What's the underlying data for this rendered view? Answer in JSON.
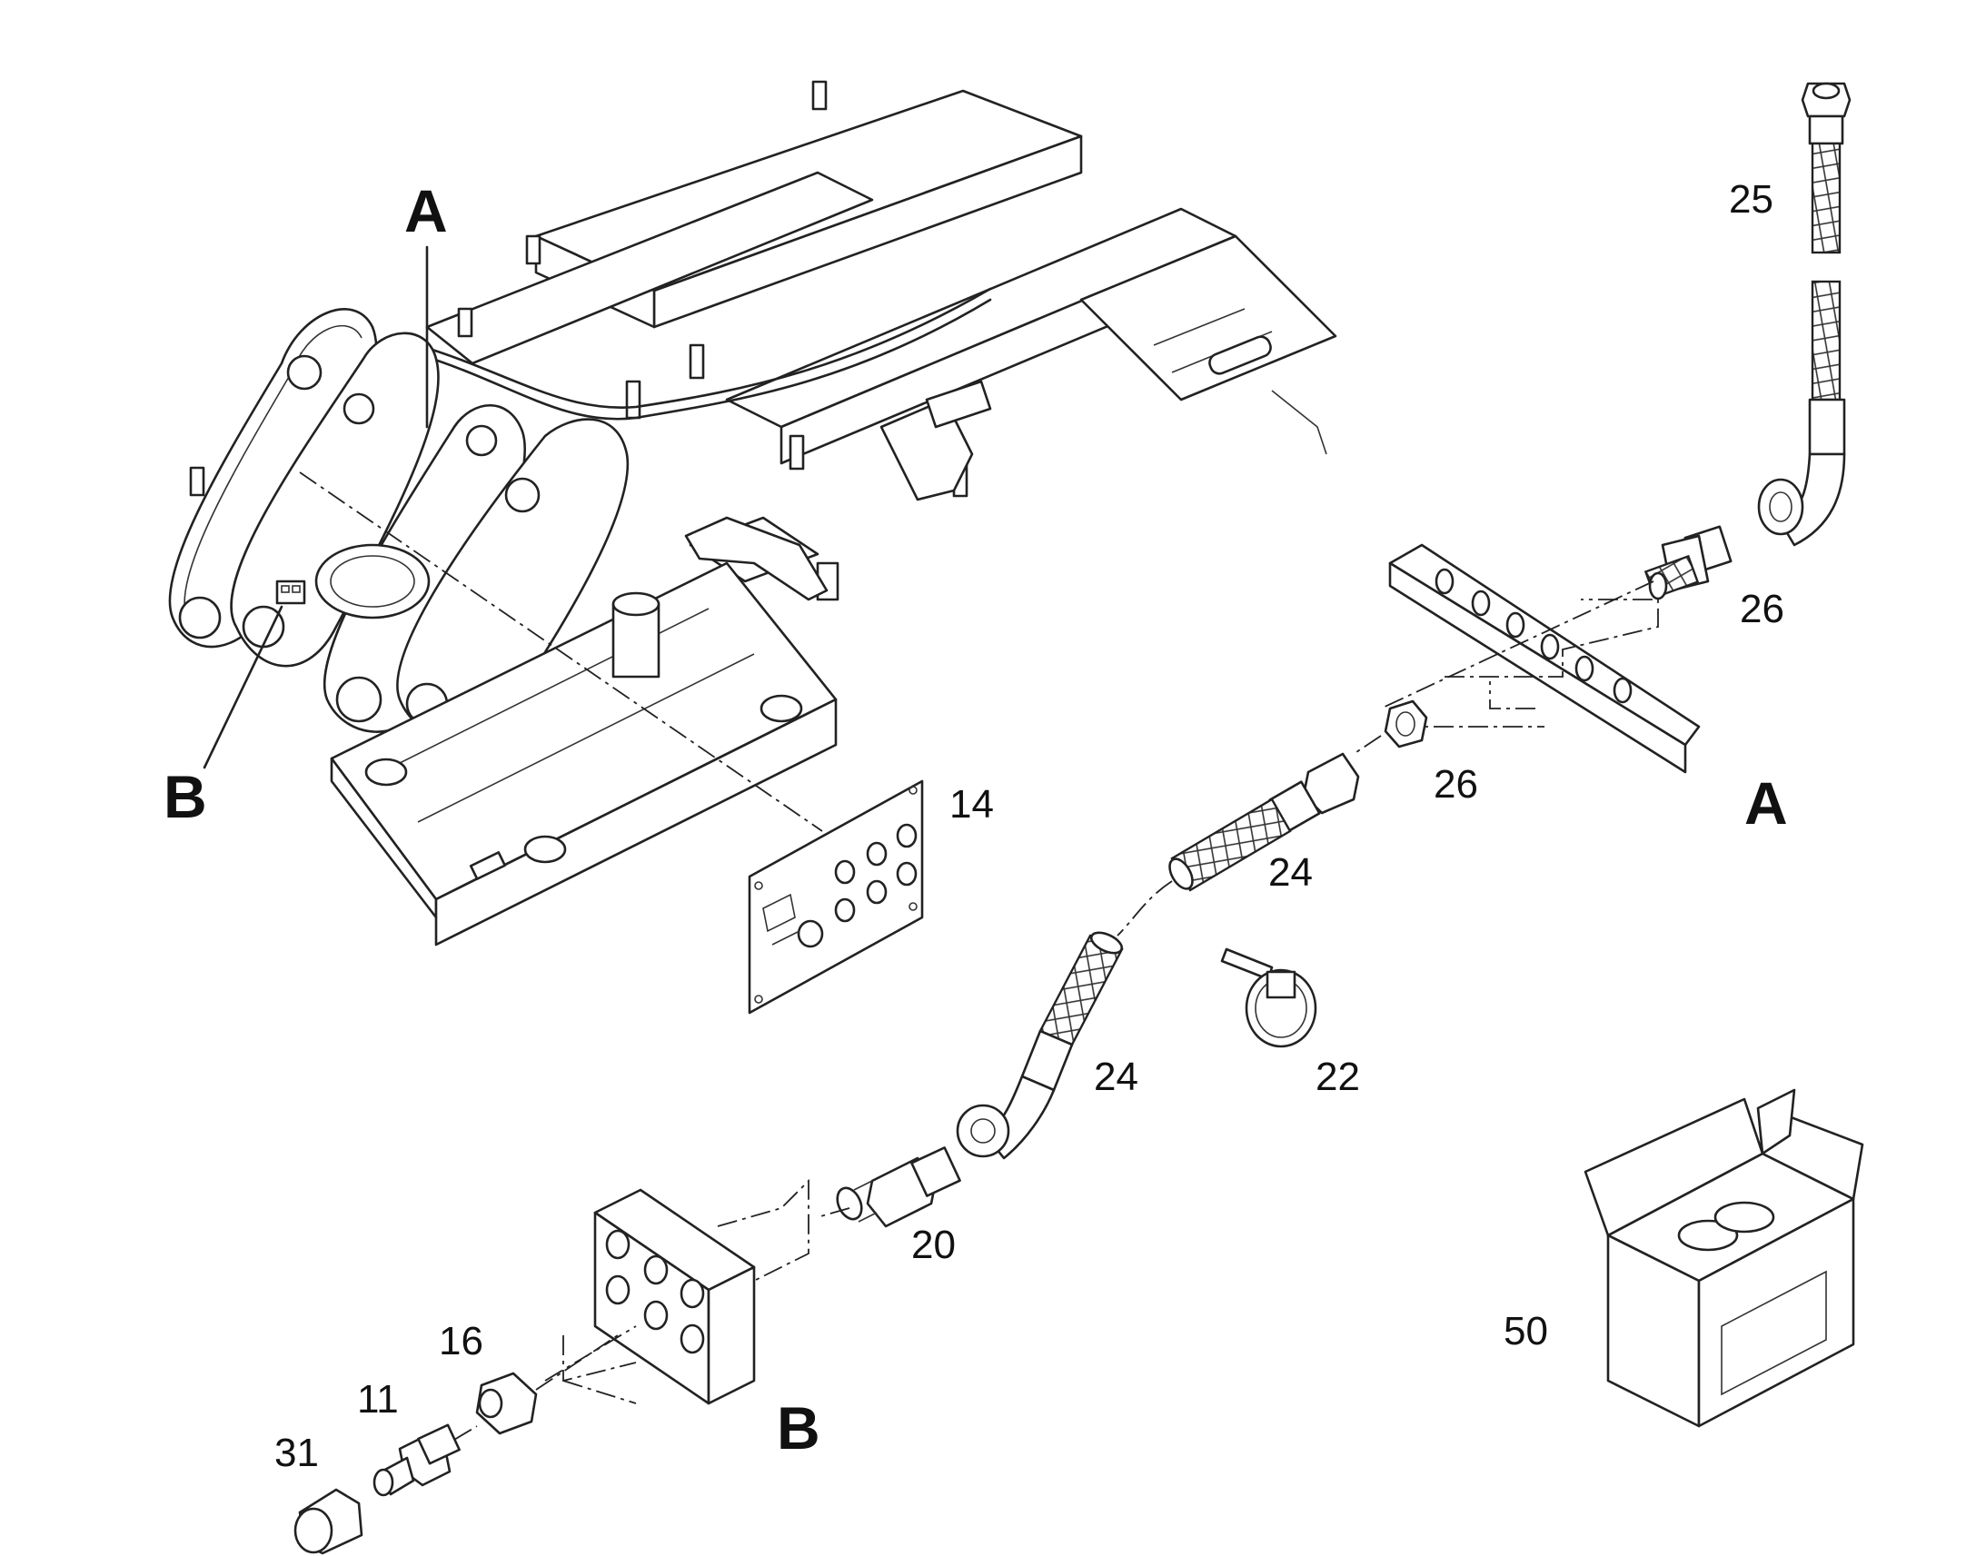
{
  "diagram": {
    "callouts": {
      "detail_a_top": "A",
      "detail_b_left": "B",
      "detail_a_view": "A",
      "detail_b_view": "B"
    },
    "parts": [
      {
        "id": "p14",
        "number": "14"
      },
      {
        "id": "p25",
        "number": "25"
      },
      {
        "id": "p26a",
        "number": "26"
      },
      {
        "id": "p26b",
        "number": "26"
      },
      {
        "id": "p24a",
        "number": "24"
      },
      {
        "id": "p24b",
        "number": "24"
      },
      {
        "id": "p22",
        "number": "22"
      },
      {
        "id": "p20",
        "number": "20"
      },
      {
        "id": "p16",
        "number": "16"
      },
      {
        "id": "p11",
        "number": "11"
      },
      {
        "id": "p31",
        "number": "31"
      },
      {
        "id": "p50",
        "number": "50"
      }
    ]
  }
}
